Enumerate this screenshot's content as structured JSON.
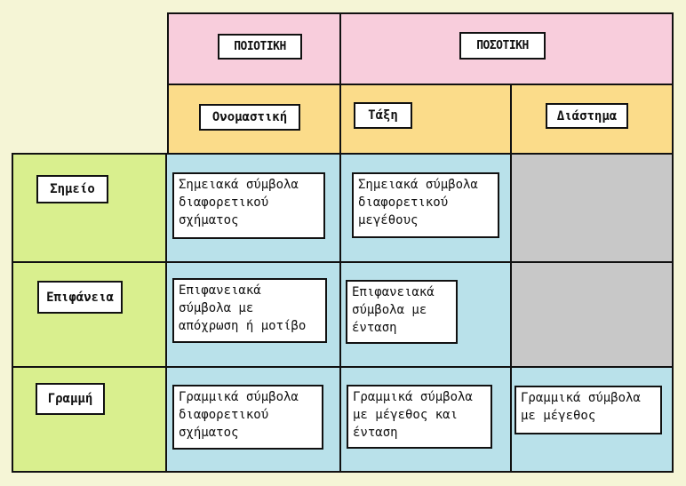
{
  "headers": {
    "qualitative": "ΠΟΙΟΤΙΚΗ",
    "quantitative": "ΠΟΣΟΤΙΚΗ"
  },
  "subheaders": {
    "nominal": "Ονομαστική",
    "ordinal": "Τάξη",
    "interval": "Διάστημα"
  },
  "rows": {
    "point": "Σημείο",
    "area": "Επιφάνεια",
    "line": "Γραμμή"
  },
  "cells": {
    "point_nominal": "Σημειακά σύμβολα\nδιαφορετικού\nσχήματος",
    "point_ordinal": "Σημειακά σύμβολα\nδιαφορετικού\nμεγέθους",
    "area_nominal": "Επιφανειακά\nσύμβολα με\nαπόχρωση ή μοτίβο",
    "area_ordinal": "Επιφανειακά\nσύμβολα με\nένταση",
    "line_nominal": "Γραμμικά σύμβολα\nδιαφορετικού\nσχήματος",
    "line_ordinal": "Γραμμικά σύμβολα\nμε μέγεθος και\nένταση",
    "line_interval": "Γραμμικά σύμβολα\nμε μέγεθος"
  },
  "colors": {
    "header": "#f8cddc",
    "subheader": "#fbdc8a",
    "row_labels": "#d9ef8e",
    "content": "#b9e1ea",
    "empty": "#c8c8c8"
  }
}
